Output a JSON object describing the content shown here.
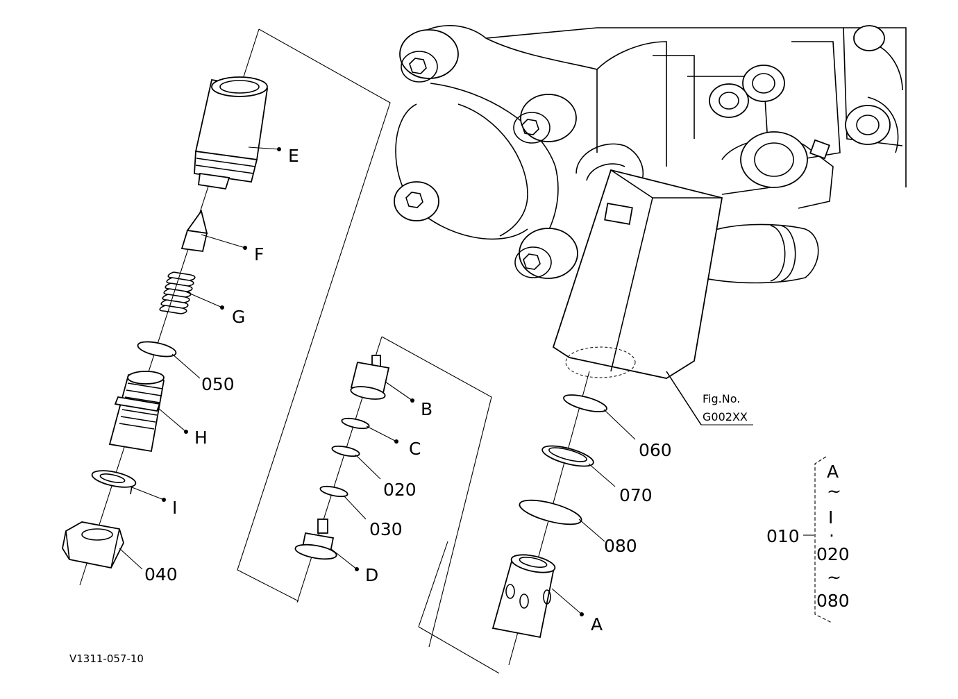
{
  "drawing_id": "V1311-057-10",
  "figure_reference": {
    "line1": "Fig.No.",
    "line2": "G002XX"
  },
  "callouts": {
    "E": "E",
    "F": "F",
    "G": "G",
    "p050": "050",
    "H": "H",
    "I": "I",
    "p040": "040",
    "B": "B",
    "C": "C",
    "p020": "020",
    "p030": "030",
    "D": "D",
    "p060": "060",
    "p070": "070",
    "p080": "080",
    "A": "A"
  },
  "legend": {
    "assembly": "010",
    "range_start": "A",
    "tilde1": "~",
    "range_end": "I",
    "dot": "·",
    "range2_start": "020",
    "tilde2": "~",
    "range2_end": "080"
  }
}
